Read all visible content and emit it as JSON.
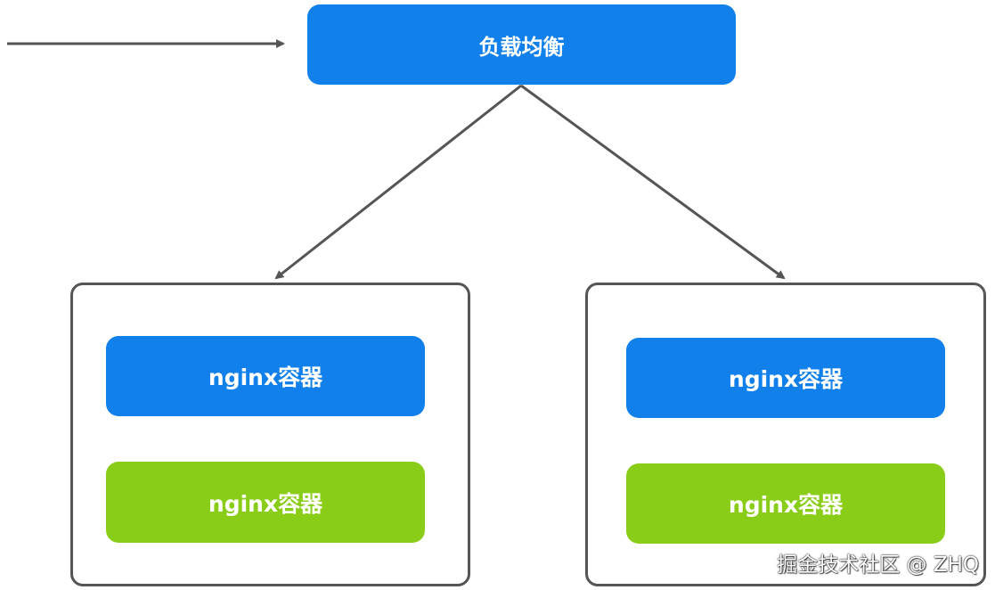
{
  "diagram": {
    "load_balancer": {
      "label": "负载均衡"
    },
    "hosts": [
      {
        "containers": [
          {
            "label": "nginx容器",
            "color": "#1180EB"
          },
          {
            "label": "nginx容器",
            "color": "#8ACD18"
          }
        ]
      },
      {
        "containers": [
          {
            "label": "nginx容器",
            "color": "#1180EB"
          },
          {
            "label": "nginx容器",
            "color": "#8ACD18"
          }
        ]
      }
    ],
    "edges": [
      {
        "from": "incoming",
        "to": "load-balancer"
      },
      {
        "from": "load-balancer",
        "to": "host-1"
      },
      {
        "from": "load-balancer",
        "to": "host-2"
      }
    ]
  },
  "colors": {
    "blue": "#1180EB",
    "green": "#8ACD18",
    "line": "#555555"
  },
  "watermark": {
    "text": "掘金技术社区 @ ZHQ"
  }
}
